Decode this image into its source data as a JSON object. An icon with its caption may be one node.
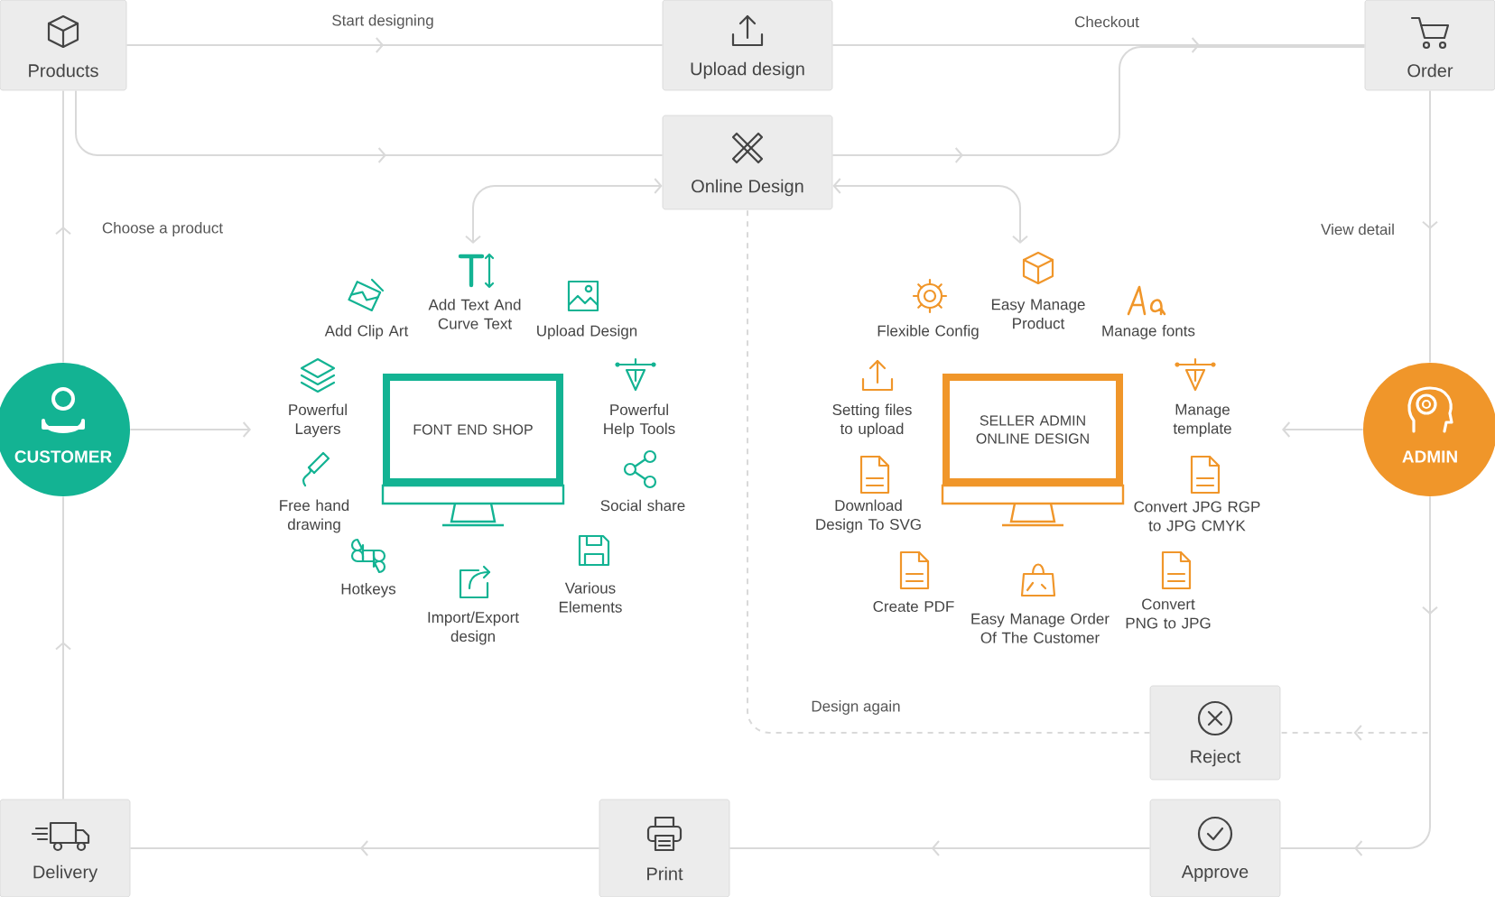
{
  "diagram": {
    "nodes": [
      {
        "text": [
          "Products"
        ]
      },
      {
        "text": [
          "Upload design"
        ]
      },
      {
        "text": [
          "Order"
        ]
      },
      {
        "text": [
          "Online Design"
        ]
      },
      {
        "text": [
          "CUSTOMER"
        ]
      },
      {
        "text": [
          "FONT END SHOP",
          "Add Text And Curve Text",
          "Add Clip Art",
          "Upload Design",
          "Powerful Layers",
          "Powerful Help Tools",
          "Free hand drawing",
          "Social share",
          "Hotkeys",
          "Various Elements",
          "Import/Export design"
        ]
      },
      {
        "text": [
          "SELLER ADMIN ONLINE DESIGN",
          "Easy Manage Product",
          "Flexible Config",
          "Manage fonts",
          "Setting files to upload",
          "Manage template",
          "Download Design To SVG",
          "Convert JPG RGP to JPG CMYK",
          "Create PDF",
          "Easy Manage Order Of The Customer",
          "Convert PNG to JPG"
        ]
      },
      {
        "text": [
          "ADMIN"
        ]
      },
      {
        "text": [
          "Reject"
        ]
      },
      {
        "text": [
          "Delivery"
        ]
      },
      {
        "text": [
          "Print"
        ]
      },
      {
        "text": [
          "Approve"
        ]
      }
    ],
    "edges": [
      {
        "from": 0,
        "to": 1,
        "arrow": "to",
        "label": "Start designing"
      },
      {
        "from": 1,
        "to": 2,
        "arrow": "to",
        "label": "Checkout"
      },
      {
        "from": 0,
        "to": 3,
        "arrow": "to"
      },
      {
        "from": 3,
        "to": 2,
        "arrow": "to"
      },
      {
        "from": 3,
        "to": 5,
        "arrow": "both"
      },
      {
        "from": 3,
        "to": 6,
        "arrow": "both"
      },
      {
        "from": 2,
        "to": 7,
        "arrow": "to",
        "label": "View detail"
      },
      {
        "from": 7,
        "to": 6,
        "arrow": "to"
      },
      {
        "from": 4,
        "to": 5,
        "arrow": "to"
      },
      {
        "from": 4,
        "to": 0,
        "arrow": "to",
        "label": "Choose a product"
      },
      {
        "from": 9,
        "to": 4,
        "arrow": "to"
      },
      {
        "from": 7,
        "to": 11,
        "arrow": "to"
      },
      {
        "from": 7,
        "to": 8,
        "arrow": "to",
        "style": "dashed"
      },
      {
        "from": 8,
        "to": 3,
        "arrow": "none",
        "style": "dashed",
        "label": "Design again"
      },
      {
        "from": 11,
        "to": 10,
        "arrow": "to"
      },
      {
        "from": 10,
        "to": 9,
        "arrow": "to"
      }
    ]
  }
}
